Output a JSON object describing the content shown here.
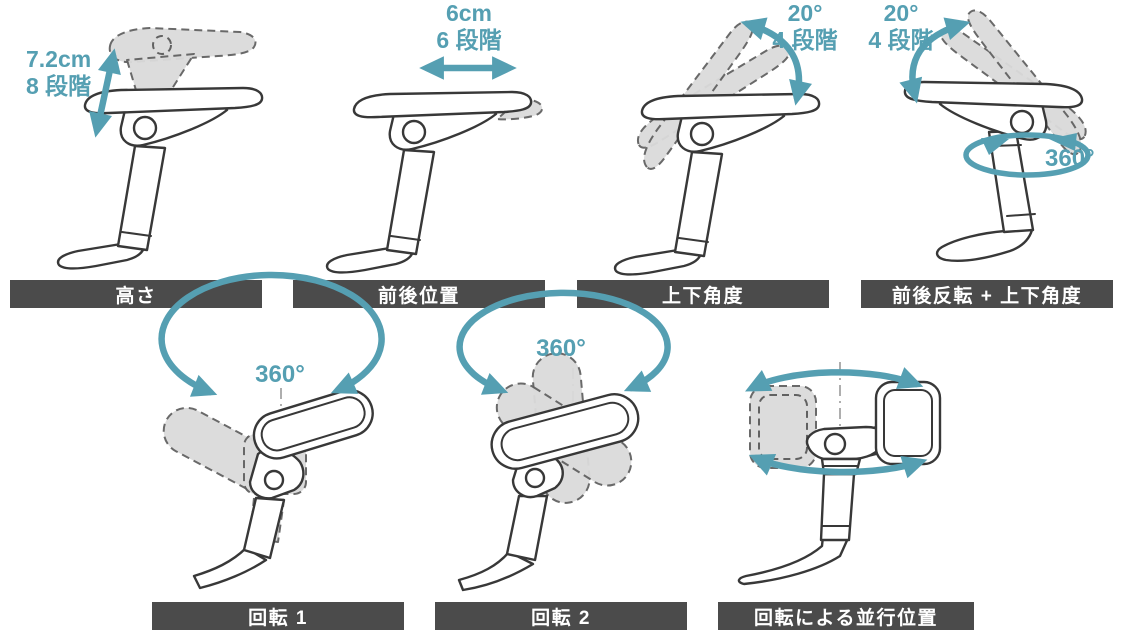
{
  "diagram": {
    "subject": "armrest-adjustment-diagram",
    "accent_color": "#559fb2",
    "label_bar_color": "#4b4b4b",
    "label_text_color": "#ffffff",
    "ghost_fill_color": "#dbdbdb",
    "line_color": "#383838",
    "panels": [
      {
        "id": "height",
        "label": "高さ",
        "measure_line1": "7.2cm",
        "measure_line2": "8 段階"
      },
      {
        "id": "fore-aft-position",
        "label": "前後位置",
        "measure_line1": "6cm",
        "measure_line2": "6 段階"
      },
      {
        "id": "tilt-angle",
        "label": "上下角度",
        "measure_line1": "20°",
        "measure_line2": "4 段階"
      },
      {
        "id": "flip-plus-tilt",
        "label": "前後反転 + 上下角度",
        "measure_line1": "20°",
        "measure_line2": "4 段階",
        "rotation_label": "360°"
      },
      {
        "id": "rotation-1",
        "label": "回転 1",
        "rotation_label": "360°"
      },
      {
        "id": "rotation-2",
        "label": "回転 2",
        "rotation_label": "360°"
      },
      {
        "id": "parallel-by-rotation",
        "label": "回転による並行位置"
      }
    ]
  }
}
